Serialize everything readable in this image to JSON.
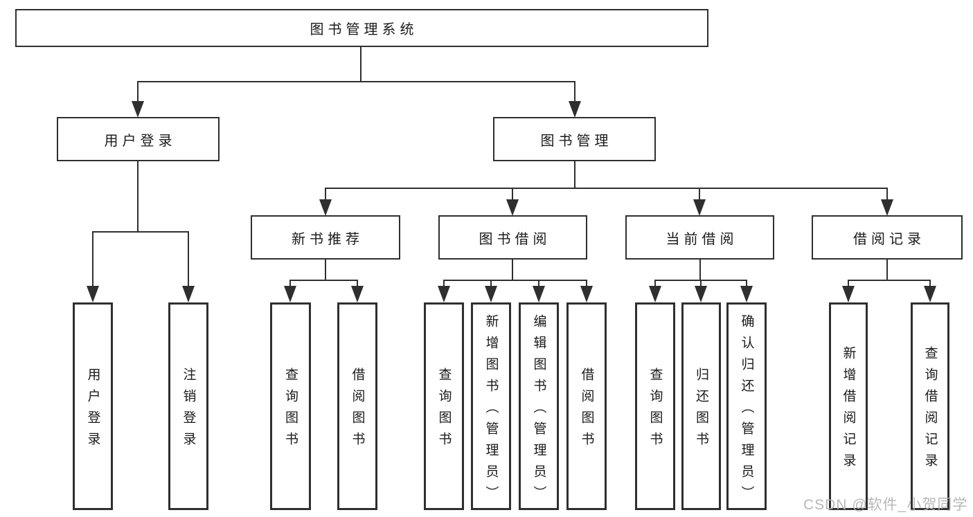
{
  "colors": {
    "line": "#2f2f2f",
    "border": "#2f2f2f",
    "text": "#1a1a1a",
    "background": "#ffffff",
    "watermark": "#b2b2b2"
  },
  "watermark": {
    "text": "CSDN @软件_小贺同学"
  },
  "tree": {
    "label": "图书管理系统",
    "children": [
      {
        "label": "用户登录",
        "children": [
          {
            "label": "用户登录"
          },
          {
            "label": "注销登录"
          }
        ]
      },
      {
        "label": "图书管理",
        "children": [
          {
            "label": "新书推荐",
            "children": [
              {
                "label": "查询图书"
              },
              {
                "label": "借阅图书"
              }
            ]
          },
          {
            "label": "图书借阅",
            "children": [
              {
                "label": "查询图书"
              },
              {
                "label": "新增图书（管理员）"
              },
              {
                "label": "编辑图书（管理员）"
              },
              {
                "label": "借阅图书"
              }
            ]
          },
          {
            "label": "当前借阅",
            "children": [
              {
                "label": "查询图书"
              },
              {
                "label": "归还图书"
              },
              {
                "label": "确认归还（管理员）"
              }
            ]
          },
          {
            "label": "借阅记录",
            "children": [
              {
                "label": "新增借阅记录"
              },
              {
                "label": "查询借阅记录"
              }
            ]
          }
        ]
      }
    ]
  }
}
